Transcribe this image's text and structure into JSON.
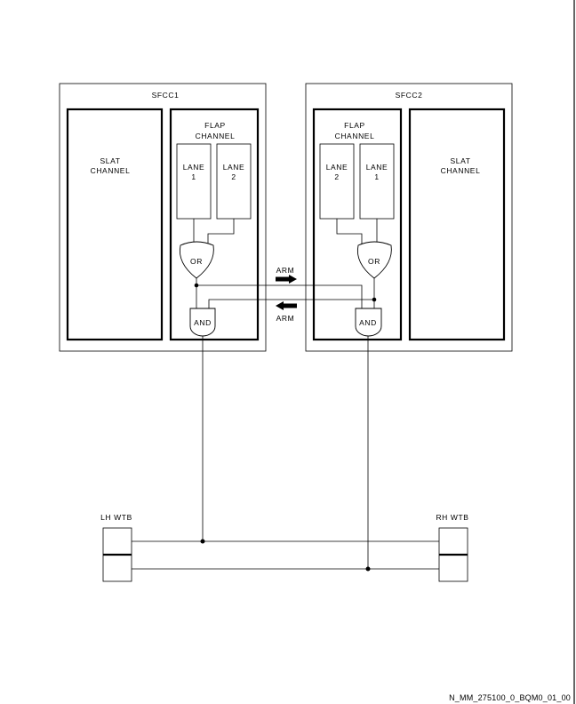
{
  "sfcc1": {
    "title": "SFCC1",
    "slat_channel": [
      "SLAT",
      "CHANNEL"
    ],
    "flap_channel": [
      "FLAP",
      "CHANNEL"
    ],
    "lane_a": [
      "LANE",
      "1"
    ],
    "lane_b": [
      "LANE",
      "2"
    ],
    "or_gate": "OR",
    "and_gate": "AND"
  },
  "sfcc2": {
    "title": "SFCC2",
    "slat_channel": [
      "SLAT",
      "CHANNEL"
    ],
    "flap_channel": [
      "FLAP",
      "CHANNEL"
    ],
    "lane_a": [
      "LANE",
      "2"
    ],
    "lane_b": [
      "LANE",
      "1"
    ],
    "or_gate": "OR",
    "and_gate": "AND"
  },
  "arm_top": "ARM",
  "arm_bottom": "ARM",
  "lh_wtb": "LH WTB",
  "rh_wtb": "RH WTB",
  "figure_id": "N_MM_275100_0_BQM0_01_00"
}
